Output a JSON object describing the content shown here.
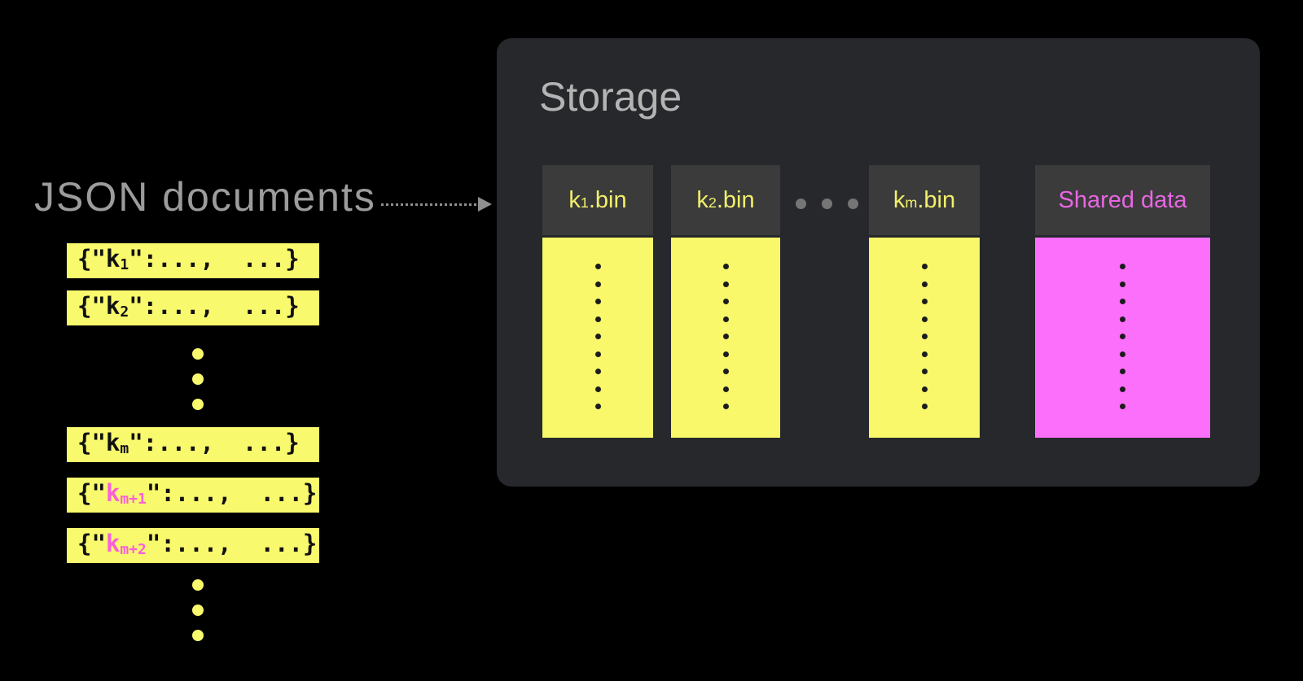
{
  "left_panel": {
    "title": "JSON documents",
    "ellipsis_count": 3,
    "bars": [
      {
        "pre": "{\"",
        "key": "k",
        "sub": "1",
        "post": "\":...,  ...}"
      },
      {
        "pre": "{\"",
        "key": "k",
        "sub": "2",
        "post": "\":...,  ...}"
      },
      {
        "pre": "{\"",
        "key": "k",
        "sub": "m",
        "post": "\":...,  ...}"
      },
      {
        "pre": "{\"",
        "key": "k",
        "sub": "m+1",
        "post": "\":...,  ...}"
      },
      {
        "pre": "{\"",
        "key": "k",
        "sub": "m+2",
        "post": "\":...,  ...}"
      }
    ]
  },
  "storage": {
    "title": "Storage",
    "ellipsis_count": 3,
    "dots_per_column": 9,
    "columns": [
      {
        "header_key": "k",
        "header_sub": "1",
        "header_post": ".bin",
        "kind": "yellow"
      },
      {
        "header_key": "k",
        "header_sub": "2",
        "header_post": ".bin",
        "kind": "yellow"
      },
      {
        "header_key": "k",
        "header_sub": "m",
        "header_post": ".bin",
        "kind": "yellow"
      },
      {
        "header_label": "Shared data",
        "kind": "magenta"
      }
    ]
  },
  "colors": {
    "bg": "#000000",
    "box_bg": "#26282C",
    "header_bg": "#3B3B3B",
    "bar_yellow": "#F9F96E",
    "column_yellow": "#F8F86A",
    "magenta": "#FB6FFA",
    "header_yellow_text": "#F2EF6B",
    "header_pink_text": "#E966E3",
    "bar_key_pink": "#FA5FD9",
    "storage_title_gray": "#B4B4B4",
    "json_label_gray": "#9C9C9C",
    "arrow_gray": "#8F8F8F",
    "between_dots_gray": "#757575",
    "column_dot_black": "#1C1C1C",
    "bar_text_black": "#111111"
  }
}
